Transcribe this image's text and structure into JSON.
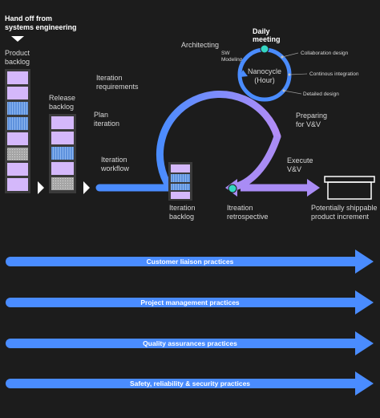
{
  "header": {
    "line1": "Hand off from",
    "line2": "systems engineering"
  },
  "product_backlog": {
    "line1": "Product",
    "line2": "backlog"
  },
  "release_backlog": {
    "line1": "Release",
    "line2": "backlog"
  },
  "iteration_backlog": {
    "line1": "Iteration",
    "line2": "backlog"
  },
  "iteration_workflow": {
    "line1": "Iteration",
    "line2": "workflow"
  },
  "plan_iteration": {
    "line1": "Plan",
    "line2": "iteration"
  },
  "iteration_requirements": {
    "line1": "Iteration",
    "line2": "requirements"
  },
  "architecting": "Architecting",
  "sw_modeling": {
    "line1": "SW",
    "line2": "Modeling"
  },
  "daily_meeting": {
    "line1": "Daily",
    "line2": "meeting"
  },
  "nanocycle": {
    "line1": "Nanocycle",
    "line2": "(Hour)"
  },
  "collaboration_design": "Collaboration design",
  "continuous_integration": "Continous integration",
  "detailed_design": "Detailed design",
  "preparing": {
    "line1": "Preparing",
    "line2": "for V&V"
  },
  "execute": {
    "line1": "Execute",
    "line2": "V&V"
  },
  "retrospective": {
    "line1": "Itreation",
    "line2": "retrospective"
  },
  "shippable": {
    "line1": "Potentially shippable",
    "line2": "product increment"
  },
  "practices": [
    "Customer liaison practices",
    "Project management practices",
    "Quality assurances practices",
    "Safety, reliability & security practices"
  ],
  "colors": {
    "background": "#1c1c1c",
    "blue": "#4a8cff",
    "purple": "#a98cf5",
    "lavender": "#d4b8fb",
    "stripe_blue": "#6fa0e6",
    "grey_block": "#b8b8b8",
    "teal": "#34d6c2"
  }
}
